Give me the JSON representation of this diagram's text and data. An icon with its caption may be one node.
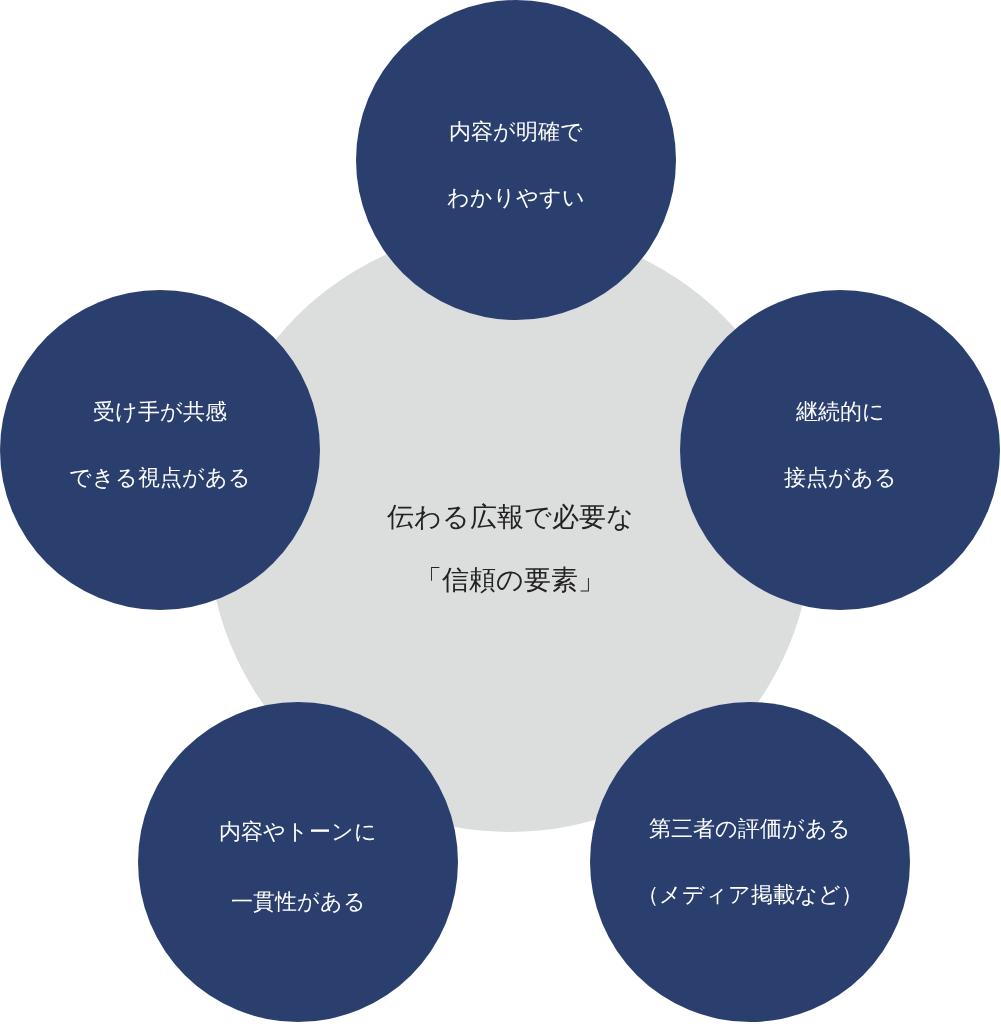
{
  "diagram": {
    "nodes": [
      {
        "text": [
          "伝わる広報で必要な「信頼の要素」"
        ]
      },
      {
        "text": [
          "内容が明確でわかりやすい"
        ]
      },
      {
        "text": [
          "受け手が共感できる視点がある"
        ]
      },
      {
        "text": [
          "継続的に接点がある"
        ]
      },
      {
        "text": [
          "内容やトーンに一貫性がある"
        ]
      },
      {
        "text": [
          "第三者の評価がある（メディア掲載など）"
        ]
      }
    ]
  }
}
